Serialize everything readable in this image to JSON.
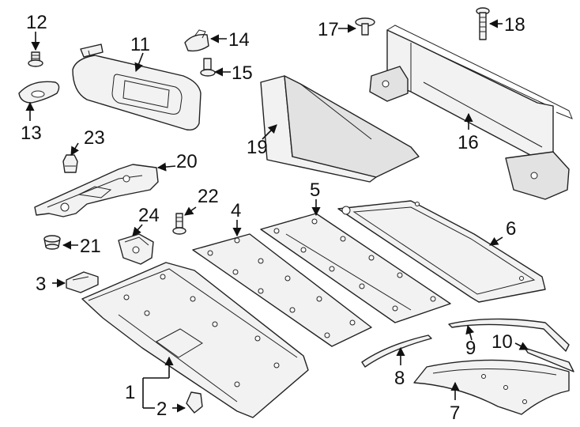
{
  "callouts": {
    "c1": "1",
    "c2": "2",
    "c3": "3",
    "c4": "4",
    "c5": "5",
    "c6": "6",
    "c7": "7",
    "c8": "8",
    "c9": "9",
    "c10": "10",
    "c11": "11",
    "c12": "12",
    "c13": "13",
    "c14": "14",
    "c15": "15",
    "c16": "16",
    "c17": "17",
    "c18": "18",
    "c19": "19",
    "c20": "20",
    "c21": "21",
    "c22": "22",
    "c23": "23",
    "c24": "24"
  },
  "colors": {
    "line": "#222222",
    "fill": "#f2f2f2",
    "background": "#ffffff"
  }
}
